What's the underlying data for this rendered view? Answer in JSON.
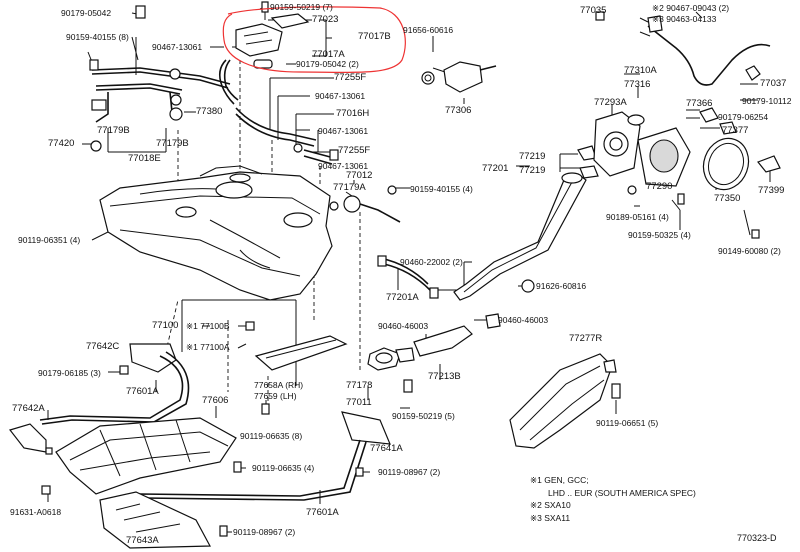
{
  "labels": [
    {
      "id": "l1",
      "text": "90179-05042"
    },
    {
      "id": "l2",
      "text": "90159-40155 (8)"
    },
    {
      "id": "l3",
      "text": "90159-50219 (7)"
    },
    {
      "id": "l4",
      "text": "77023"
    },
    {
      "id": "l5",
      "text": "90467-13061"
    },
    {
      "id": "l6",
      "text": "77017B"
    },
    {
      "id": "l7",
      "text": "77017A"
    },
    {
      "id": "l8",
      "text": "90179-05042 (2)"
    },
    {
      "id": "l9",
      "text": "91656-60616"
    },
    {
      "id": "l10",
      "text": "77035"
    },
    {
      "id": "l11",
      "text": "90467-09043 (2)"
    },
    {
      "id": "l12",
      "text": "90463-04133"
    },
    {
      "id": "l13",
      "text": "77255F"
    },
    {
      "id": "l14",
      "text": "90467-13061"
    },
    {
      "id": "l15",
      "text": "77380"
    },
    {
      "id": "l16",
      "text": "77016H"
    },
    {
      "id": "l17",
      "text": "90467-13061"
    },
    {
      "id": "l18",
      "text": "77306"
    },
    {
      "id": "l19",
      "text": "77310A"
    },
    {
      "id": "l20",
      "text": "77316"
    },
    {
      "id": "l21",
      "text": "77037"
    },
    {
      "id": "l22",
      "text": "90179-10112"
    },
    {
      "id": "l23",
      "text": "77293A"
    },
    {
      "id": "l24",
      "text": "77366"
    },
    {
      "id": "l25",
      "text": "90179-06254"
    },
    {
      "id": "l26",
      "text": "77377"
    },
    {
      "id": "l27",
      "text": "77179B"
    },
    {
      "id": "l28",
      "text": "77420"
    },
    {
      "id": "l29",
      "text": "77179B"
    },
    {
      "id": "l30",
      "text": "77018E"
    },
    {
      "id": "l31",
      "text": "77255F"
    },
    {
      "id": "l32",
      "text": "90467-13061"
    },
    {
      "id": "l33",
      "text": "77012"
    },
    {
      "id": "l34",
      "text": "77179A"
    },
    {
      "id": "l35",
      "text": "77219"
    },
    {
      "id": "l36",
      "text": "77201"
    },
    {
      "id": "l37",
      "text": "77219"
    },
    {
      "id": "l38",
      "text": "77290"
    },
    {
      "id": "l39",
      "text": "77399"
    },
    {
      "id": "l40",
      "text": "90159-40155 (4)"
    },
    {
      "id": "l41",
      "text": "77350"
    },
    {
      "id": "l42",
      "text": "90189-05161 (4)"
    },
    {
      "id": "l43",
      "text": "90119-06351 (4)"
    },
    {
      "id": "l44",
      "text": "90159-50325 (4)"
    },
    {
      "id": "l45",
      "text": "90149-60080 (2)"
    },
    {
      "id": "l46",
      "text": "90460-22002 (2)"
    },
    {
      "id": "l47",
      "text": "91626-60816"
    },
    {
      "id": "l48",
      "text": "77201A"
    },
    {
      "id": "l49",
      "text": "77100"
    },
    {
      "id": "l50",
      "text": "77100B"
    },
    {
      "id": "l51",
      "text": "90460-46003"
    },
    {
      "id": "l52",
      "text": "90460-46003"
    },
    {
      "id": "l53",
      "text": "77642C"
    },
    {
      "id": "l54",
      "text": "77100A"
    },
    {
      "id": "l55",
      "text": "77277R"
    },
    {
      "id": "l56",
      "text": "77213B"
    },
    {
      "id": "l57",
      "text": "90179-06185 (3)"
    },
    {
      "id": "l58",
      "text": "77601A"
    },
    {
      "id": "l59",
      "text": "77658A (RH)"
    },
    {
      "id": "l60",
      "text": "77659 (LH)"
    },
    {
      "id": "l61",
      "text": "77178"
    },
    {
      "id": "l62",
      "text": "77642A"
    },
    {
      "id": "l63",
      "text": "77606"
    },
    {
      "id": "l64",
      "text": "77011"
    },
    {
      "id": "l65",
      "text": "90159-50219 (5)"
    },
    {
      "id": "l66",
      "text": "90119-06651 (5)"
    },
    {
      "id": "l67",
      "text": "90119-06635 (8)"
    },
    {
      "id": "l68",
      "text": "77641A"
    },
    {
      "id": "l69",
      "text": "90119-06635 (4)"
    },
    {
      "id": "l70",
      "text": "90119-08967 (2)"
    },
    {
      "id": "l71",
      "text": "91631-A0618"
    },
    {
      "id": "l72",
      "text": "77601A"
    },
    {
      "id": "l73",
      "text": "77643A"
    },
    {
      "id": "l74",
      "text": "90119-08967 (2)"
    }
  ],
  "notes": {
    "n1": "※1 GEN, GCC;",
    "n2": "LHD .. EUR (SOUTH AMERICA SPEC)",
    "n3": "※2 SXA10",
    "n4": "※3 SXA11"
  },
  "diagram_code": "770323-D"
}
